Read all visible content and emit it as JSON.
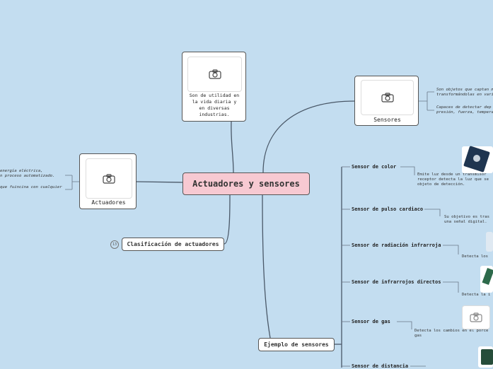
{
  "central": {
    "title": "Actuadores y sensores"
  },
  "top_node": {
    "text": "Son de utilidad en la vida diaria y en diversas industrias.",
    "icon": "camera-icon"
  },
  "sensores": {
    "label": "Sensores",
    "icon": "camera-icon",
    "note1": "Son objetos que captan m\ntransformándolas en vari",
    "note2": "Capaces de detectar dep\npresión, fuerza, tempera"
  },
  "actuadores": {
    "label": "Actuadores",
    "icon": "camera-icon",
    "note1": "energía eléctrica,\nn proceso automatizado.",
    "note2": "que fuincina con cualquier"
  },
  "clasificacion": {
    "label": "Clasificación de actuadores",
    "badge": "13"
  },
  "ejemplo": {
    "label": "Ejemplo de sensores",
    "items": [
      {
        "label": "Sensor de color",
        "note": "Emite luz desde un transmisor\nreceptor detecta la luz que se\nobjeto de detección."
      },
      {
        "label": "Sensor de pulso cardiaco",
        "note": "Su objetivo es tras\nuna señal digital."
      },
      {
        "label": "Sensor de radiación infrarroja",
        "note": "Detecta los"
      },
      {
        "label": "Sensor de infrarrojos directos",
        "note": "Detecta la i"
      },
      {
        "label": "Sensor  de gas",
        "note": "Detecta los cambios en el porce\ngas"
      },
      {
        "label": "Sensor de distancia",
        "note": ""
      }
    ]
  },
  "colors": {
    "background": "#c3ddf0",
    "central_fill": "#f7c9d2",
    "line": "#4a5868"
  }
}
